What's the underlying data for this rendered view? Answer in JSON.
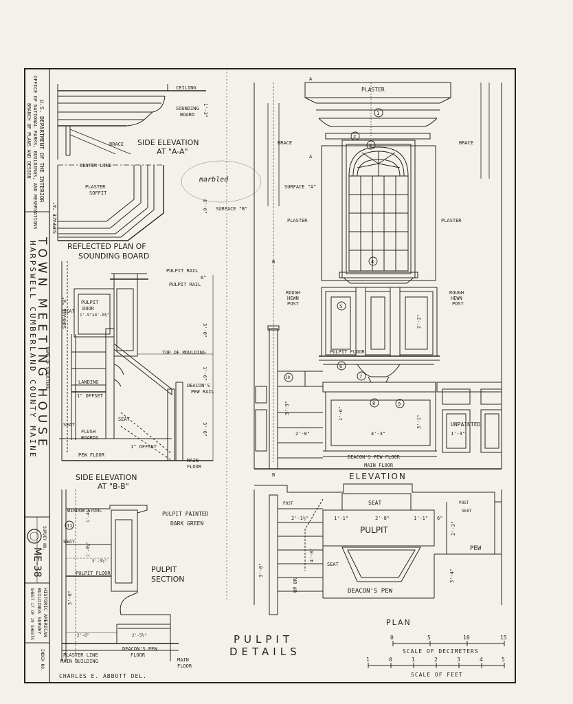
{
  "sidebar": {
    "agency_1": "U.S. DEPARTMENT OF THE INTERIOR",
    "agency_2": "OFFICE OF NATIONAL PARKS, BUILDINGS, AND RESERVATIONS",
    "agency_3": "BRANCH OF PLANS AND DESIGN",
    "structure_title": "TOWN MEETING HOUSE",
    "location": "HARPSWELL CUMBERLAND COUNTY MAINE",
    "name_of_structure_label": "NAME OF STRUCTURE",
    "survey_no": "ME-38",
    "survey_no_label": "SURVEY NO.",
    "habs_1": "HISTORIC AMERICAN",
    "habs_2": "BUILDINGS SURVEY",
    "sheet_info": "SHEET 17 OF 19 SHEETS",
    "index_no": "INDEX NO."
  },
  "side_elev_aa": {
    "title_1": "SIDE ELEVATION",
    "title_2": "AT \"A-A\"",
    "ceiling": "CEILING",
    "sounding_board_1": "SOUNDING",
    "sounding_board_2": "BOARD",
    "brace": "BRACE",
    "dim": "1'-3\""
  },
  "reflected_plan": {
    "title_1": "REFLECTED PLAN OF",
    "title_2": "SOUNDING BOARD",
    "center_line": "CENTER LINE",
    "plaster_1": "PLASTER",
    "plaster_2": "SOFFIT",
    "surface_a": "SURFACE \"A\""
  },
  "side_elev_bb": {
    "title_1": "SIDE ELEVATION",
    "title_2": "AT \"B-B\"",
    "pulpit_rail_1": "PULPIT RAIL",
    "pulpit_rail_2": "PULPIT RAIL",
    "pulpit_door_1": "PULPIT",
    "pulpit_door_2": "DOOR",
    "pulpit_door_3": "1'-9\"x4'-8½\"",
    "seat_1": "SEAT",
    "seat_2": "SEAT",
    "seat_3": "SEAT",
    "top_moulding": "TOP OF MOULDING",
    "landing": "LANDING",
    "offset_1": "1\" OFFSET",
    "offset_2": "1\" OFFSET",
    "flush_1": "FLUSH",
    "flush_2": "BOARDS",
    "pew_floor": "PEW FLOOR",
    "deacons_rail_1": "DEACON'S",
    "deacons_rail_2": "PEW RAIL",
    "main_floor_1": "MAIN",
    "main_floor_2": "FLOOR",
    "surface_b": "SURFACE \"B\"",
    "dim_1": "6\"",
    "dim_2": "3'-0\"",
    "dim_3": "1'-6\"",
    "dim_4": "3'-6\"",
    "dim_5": "6'-6\""
  },
  "pulpit_section": {
    "title_1": "PULPIT",
    "title_2": "SECTION",
    "window_stool": "WINDOW STOOL",
    "seat": "SEAT",
    "pulpit_floor": "PULPIT FLOOR",
    "painted_1": "PULPIT PAINTED",
    "painted_2": "DARK GREEN",
    "plaster_line_1": "PLASTER LINE",
    "plaster_line_2": "MAIN BUILDING",
    "deacons_floor_1": "DEACON'S PEW",
    "deacons_floor_2": "FLOOR",
    "main_floor_1": "MAIN",
    "main_floor_2": "FLOOR",
    "dim_1": "1'-4½\"",
    "dim_2": "1'-8½\"",
    "dim_3": "5'-5½\"",
    "dim_4": "5'-6\"",
    "dim_5": "2'-6\"",
    "dim_6": "2'-5½\""
  },
  "elevation": {
    "title": "ELEVATION",
    "plaster_top": "PLASTER",
    "brace_l": "BRACE",
    "brace_r": "BRACE",
    "surface_a": "SURFACE \"A\"",
    "surface_b": "SURFACE \"B\"",
    "plaster_l": "PLASTER",
    "plaster_r": "PLASTER",
    "rough_l_1": "ROUGH",
    "rough_l_2": "HEWN",
    "rough_l_3": "POST",
    "rough_r_1": "ROUGH",
    "rough_r_2": "HEWN",
    "rough_r_3": "POST",
    "pulpit_floor": "PULPIT FLOOR",
    "unpainted": "UNPAINTED",
    "deacons_floor": "DEACON'S PEW FLOOR",
    "main_floor": "MAIN FLOOR",
    "sec_a": "A",
    "sec_b": "B",
    "callouts": [
      "1",
      "2",
      "3",
      "4",
      "5",
      "6",
      "7",
      "8",
      "9",
      "10"
    ],
    "dim_1": "2'-0\"",
    "dim_2": "4'-3\"",
    "dim_3": "1'-3\"",
    "dim_4": "3'-9\"",
    "dim_5": "2'-2\"",
    "dim_6": "3'-1\"",
    "dim_7": "1'-6\""
  },
  "plan": {
    "title": "PLAN",
    "seat_top": "SEAT",
    "pulpit": "PULPIT",
    "seat_side": "SEAT",
    "deacons_pew": "DEACON'S PEW",
    "pew": "PEW",
    "post_l": "POST",
    "post_r": "POST",
    "seat_r": "SEAT",
    "up": "UP 8R",
    "dim_1": "2'-8\"",
    "dim_2": "1'-1\"",
    "dim_3": "1'-1\"",
    "dim_4": "6\"",
    "dim_5": "2'-1½\"",
    "dim_6": "2'-3\"",
    "dim_7": "3'-4\"",
    "dim_8": "3'-0\"",
    "dim_9": "4'-8\""
  },
  "sheet": {
    "title_1": "PULPIT",
    "title_2": "DETAILS",
    "delineator": "CHARLES E. ABBOTT DEL.",
    "note": "marbled",
    "callout_11": "11"
  },
  "scales": {
    "decimeters_label": "SCALE OF DECIMETERS",
    "decimeters_ticks": [
      "0",
      "5",
      "10",
      "15"
    ],
    "feet_label": "SCALE OF FEET",
    "feet_ticks": [
      "1",
      "0",
      "1",
      "2",
      "3",
      "4",
      "5"
    ]
  }
}
